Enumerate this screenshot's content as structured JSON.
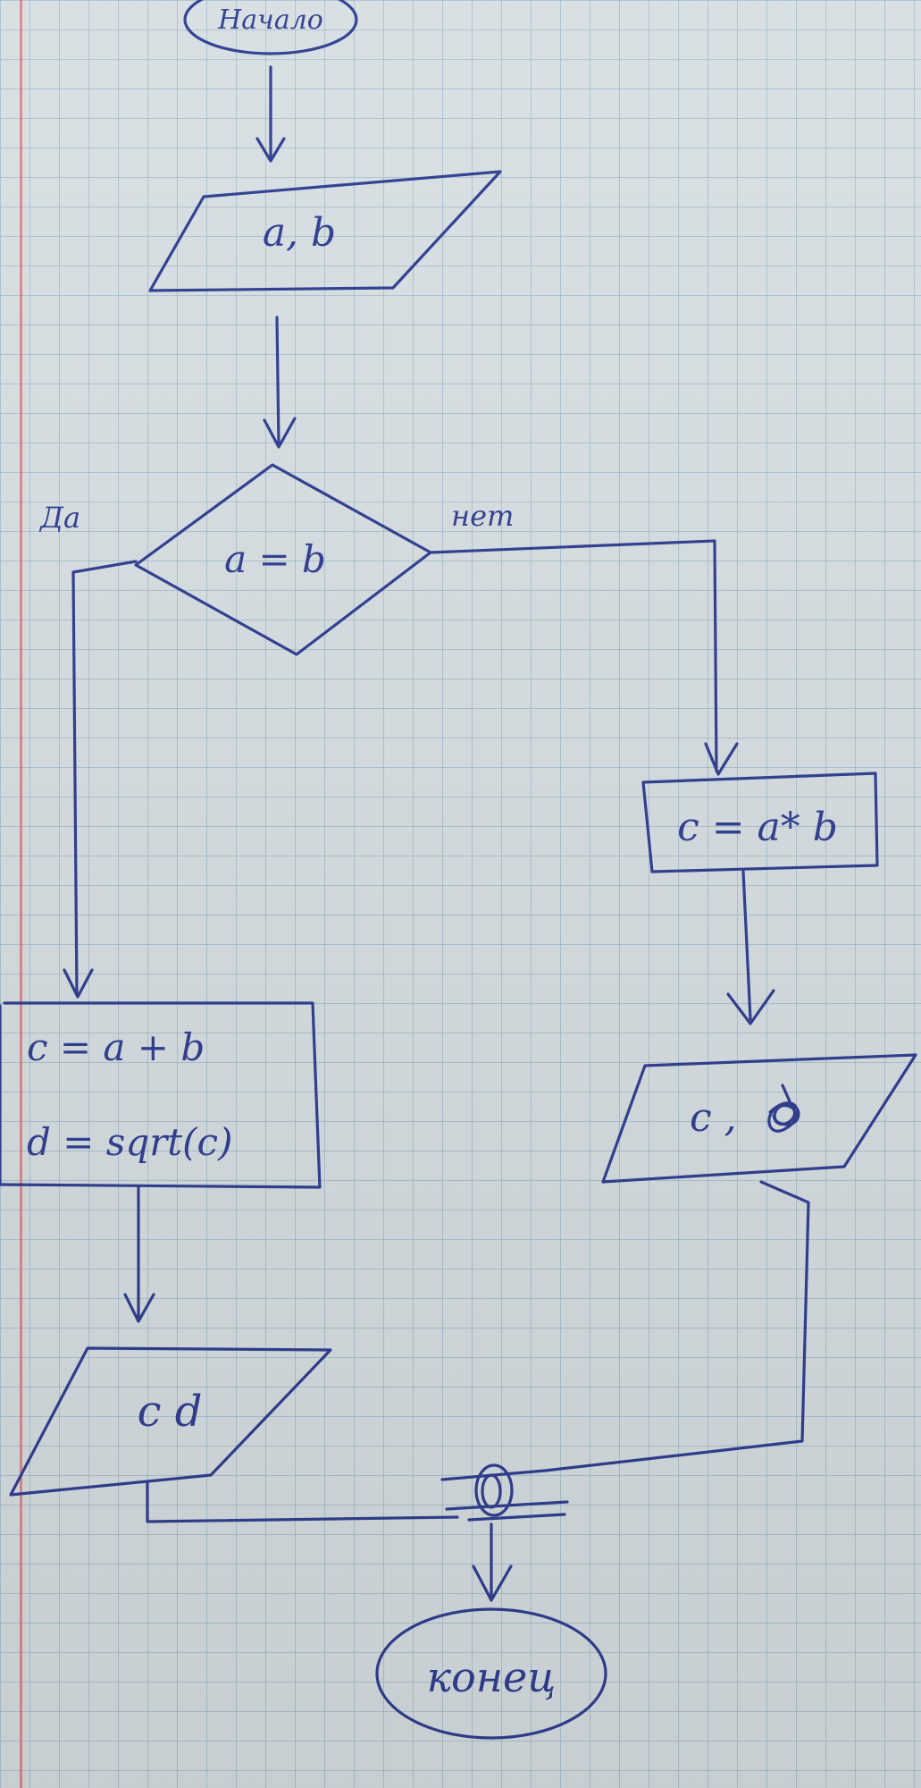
{
  "flowchart": {
    "start": "Начало",
    "input": "a, b",
    "condition": "a = b",
    "yes_label": "Да",
    "no_label": "нет",
    "process_yes_line1": "c = a + b",
    "process_yes_line2": "d = sqrt(c)",
    "process_no": "c = a* b",
    "output_yes": "c d",
    "output_no": "c ,",
    "end": "конец"
  },
  "colors": {
    "ink": "#2b3a8f",
    "paper": "#d7dfe3",
    "margin": "#e06a6a"
  }
}
